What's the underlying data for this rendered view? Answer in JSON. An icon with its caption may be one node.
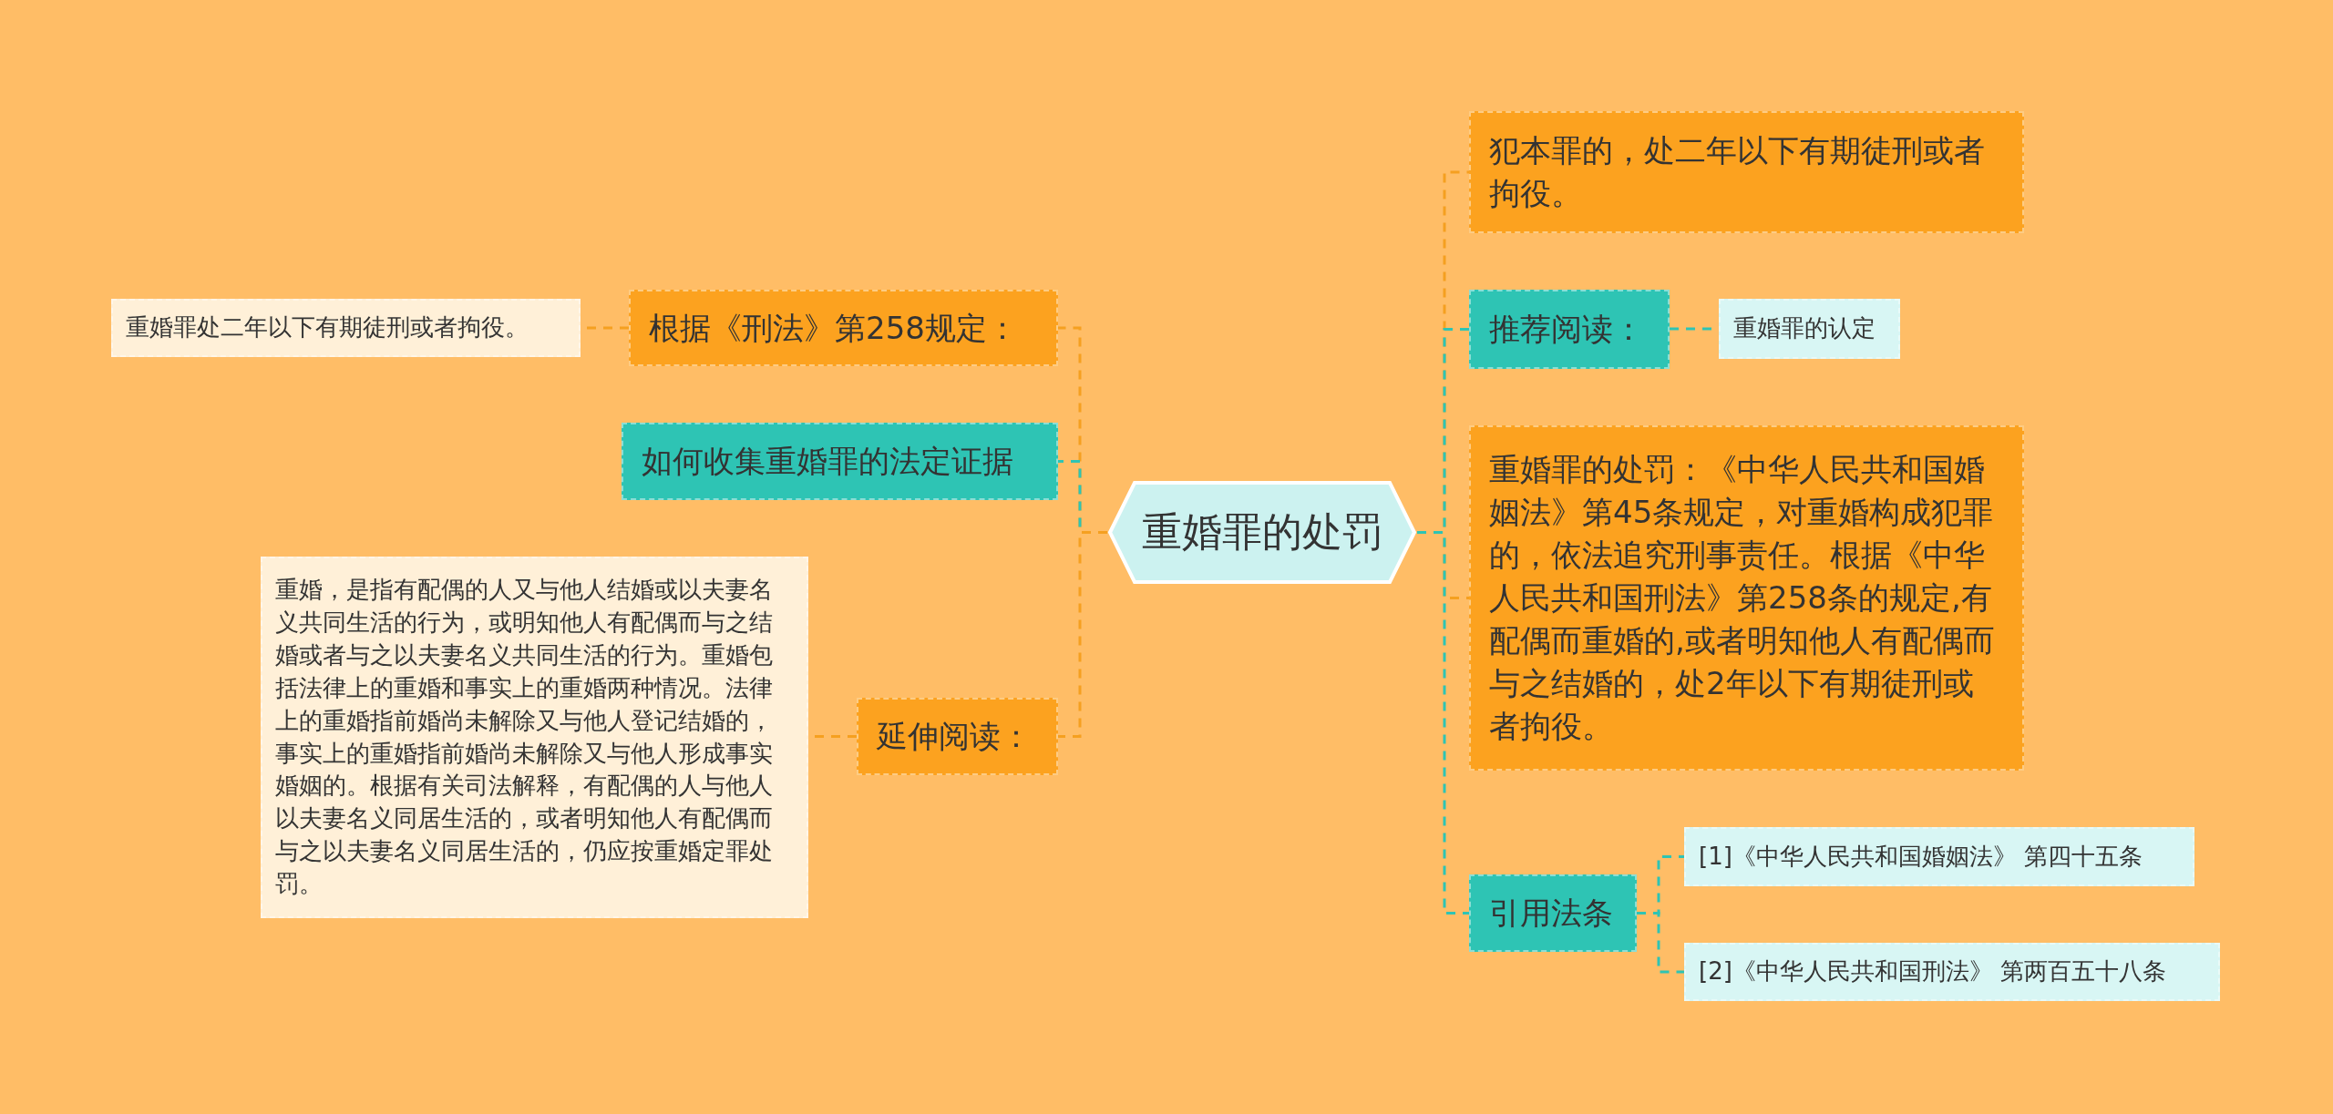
{
  "diagram": {
    "nodes": [
      {
        "text": [
          "重婚罪的处罚"
        ]
      },
      {
        "text": [
          "根据《刑法》第258规定："
        ]
      },
      {
        "text": [
          "重婚罪处二年以下有期徒刑或者拘役。"
        ]
      },
      {
        "text": [
          "如何收集重婚罪的法定证据"
        ]
      },
      {
        "text": [
          "延伸阅读："
        ]
      },
      {
        "text": [
          "重婚，是指有配偶的人又与他人结婚或以夫妻名义共同生活的行为，或明知他人有配偶而与之结婚或者与之以夫妻名义共同生活的行为。重婚包括法律上的重婚和事实上的重婚两种情况。法律上的重婚指前婚尚未解除又与他人登记结婚的，事实上的重婚指前婚尚未解除又与他人形成事实婚姻的。根据有关司法解释，有配偶的人与他人以夫妻名义同居生活的，或者明知他人有配偶而与之以夫妻名义同居生活的，仍应按重婚定罪处罚。"
        ]
      },
      {
        "text": [
          "犯本罪的，处二年以下有期徒刑或者拘役。"
        ]
      },
      {
        "text": [
          "推荐阅读："
        ]
      },
      {
        "text": [
          "重婚罪的认定"
        ]
      },
      {
        "text": [
          "重婚罪的处罚：《中华人民共和国婚姻法》第45条规定，对重婚构成犯罪的，依法追究刑事责任。根据《中华人民共和国刑法》第258条的规定,有配偶而重婚的,或者明知他人有配偶而与之结婚的，处2年以下有期徒刑或者拘役。"
        ]
      },
      {
        "text": [
          "引用法条"
        ]
      },
      {
        "text": [
          "[1]《中华人民共和国婚姻法》 第四十五条"
        ]
      },
      {
        "text": [
          "[2]《中华人民共和国刑法》 第两百五十八条"
        ]
      }
    ],
    "edges": [
      {
        "from": 0,
        "to": 1,
        "arrow": "none",
        "style": "dashed"
      },
      {
        "from": 1,
        "to": 2,
        "arrow": "none",
        "style": "dashed"
      },
      {
        "from": 0,
        "to": 3,
        "arrow": "none",
        "style": "dashed",
        "color": "#2ec4b4"
      },
      {
        "from": 0,
        "to": 4,
        "arrow": "none",
        "style": "dashed"
      },
      {
        "from": 4,
        "to": 5,
        "arrow": "none",
        "style": "dashed"
      },
      {
        "from": 0,
        "to": 6,
        "arrow": "none",
        "style": "dashed"
      },
      {
        "from": 0,
        "to": 7,
        "arrow": "none",
        "style": "dashed",
        "color": "#2ec4b4"
      },
      {
        "from": 7,
        "to": 8,
        "arrow": "none",
        "style": "dashed",
        "color": "#2ec4b4"
      },
      {
        "from": 0,
        "to": 9,
        "arrow": "none",
        "style": "dashed"
      },
      {
        "from": 0,
        "to": 10,
        "arrow": "none",
        "style": "dashed",
        "color": "#2ec4b4"
      },
      {
        "from": 10,
        "to": 11,
        "arrow": "none",
        "style": "dashed",
        "color": "#2ec4b4"
      },
      {
        "from": 10,
        "to": 12,
        "arrow": "none",
        "style": "dashed",
        "color": "#2ec4b4"
      }
    ]
  }
}
